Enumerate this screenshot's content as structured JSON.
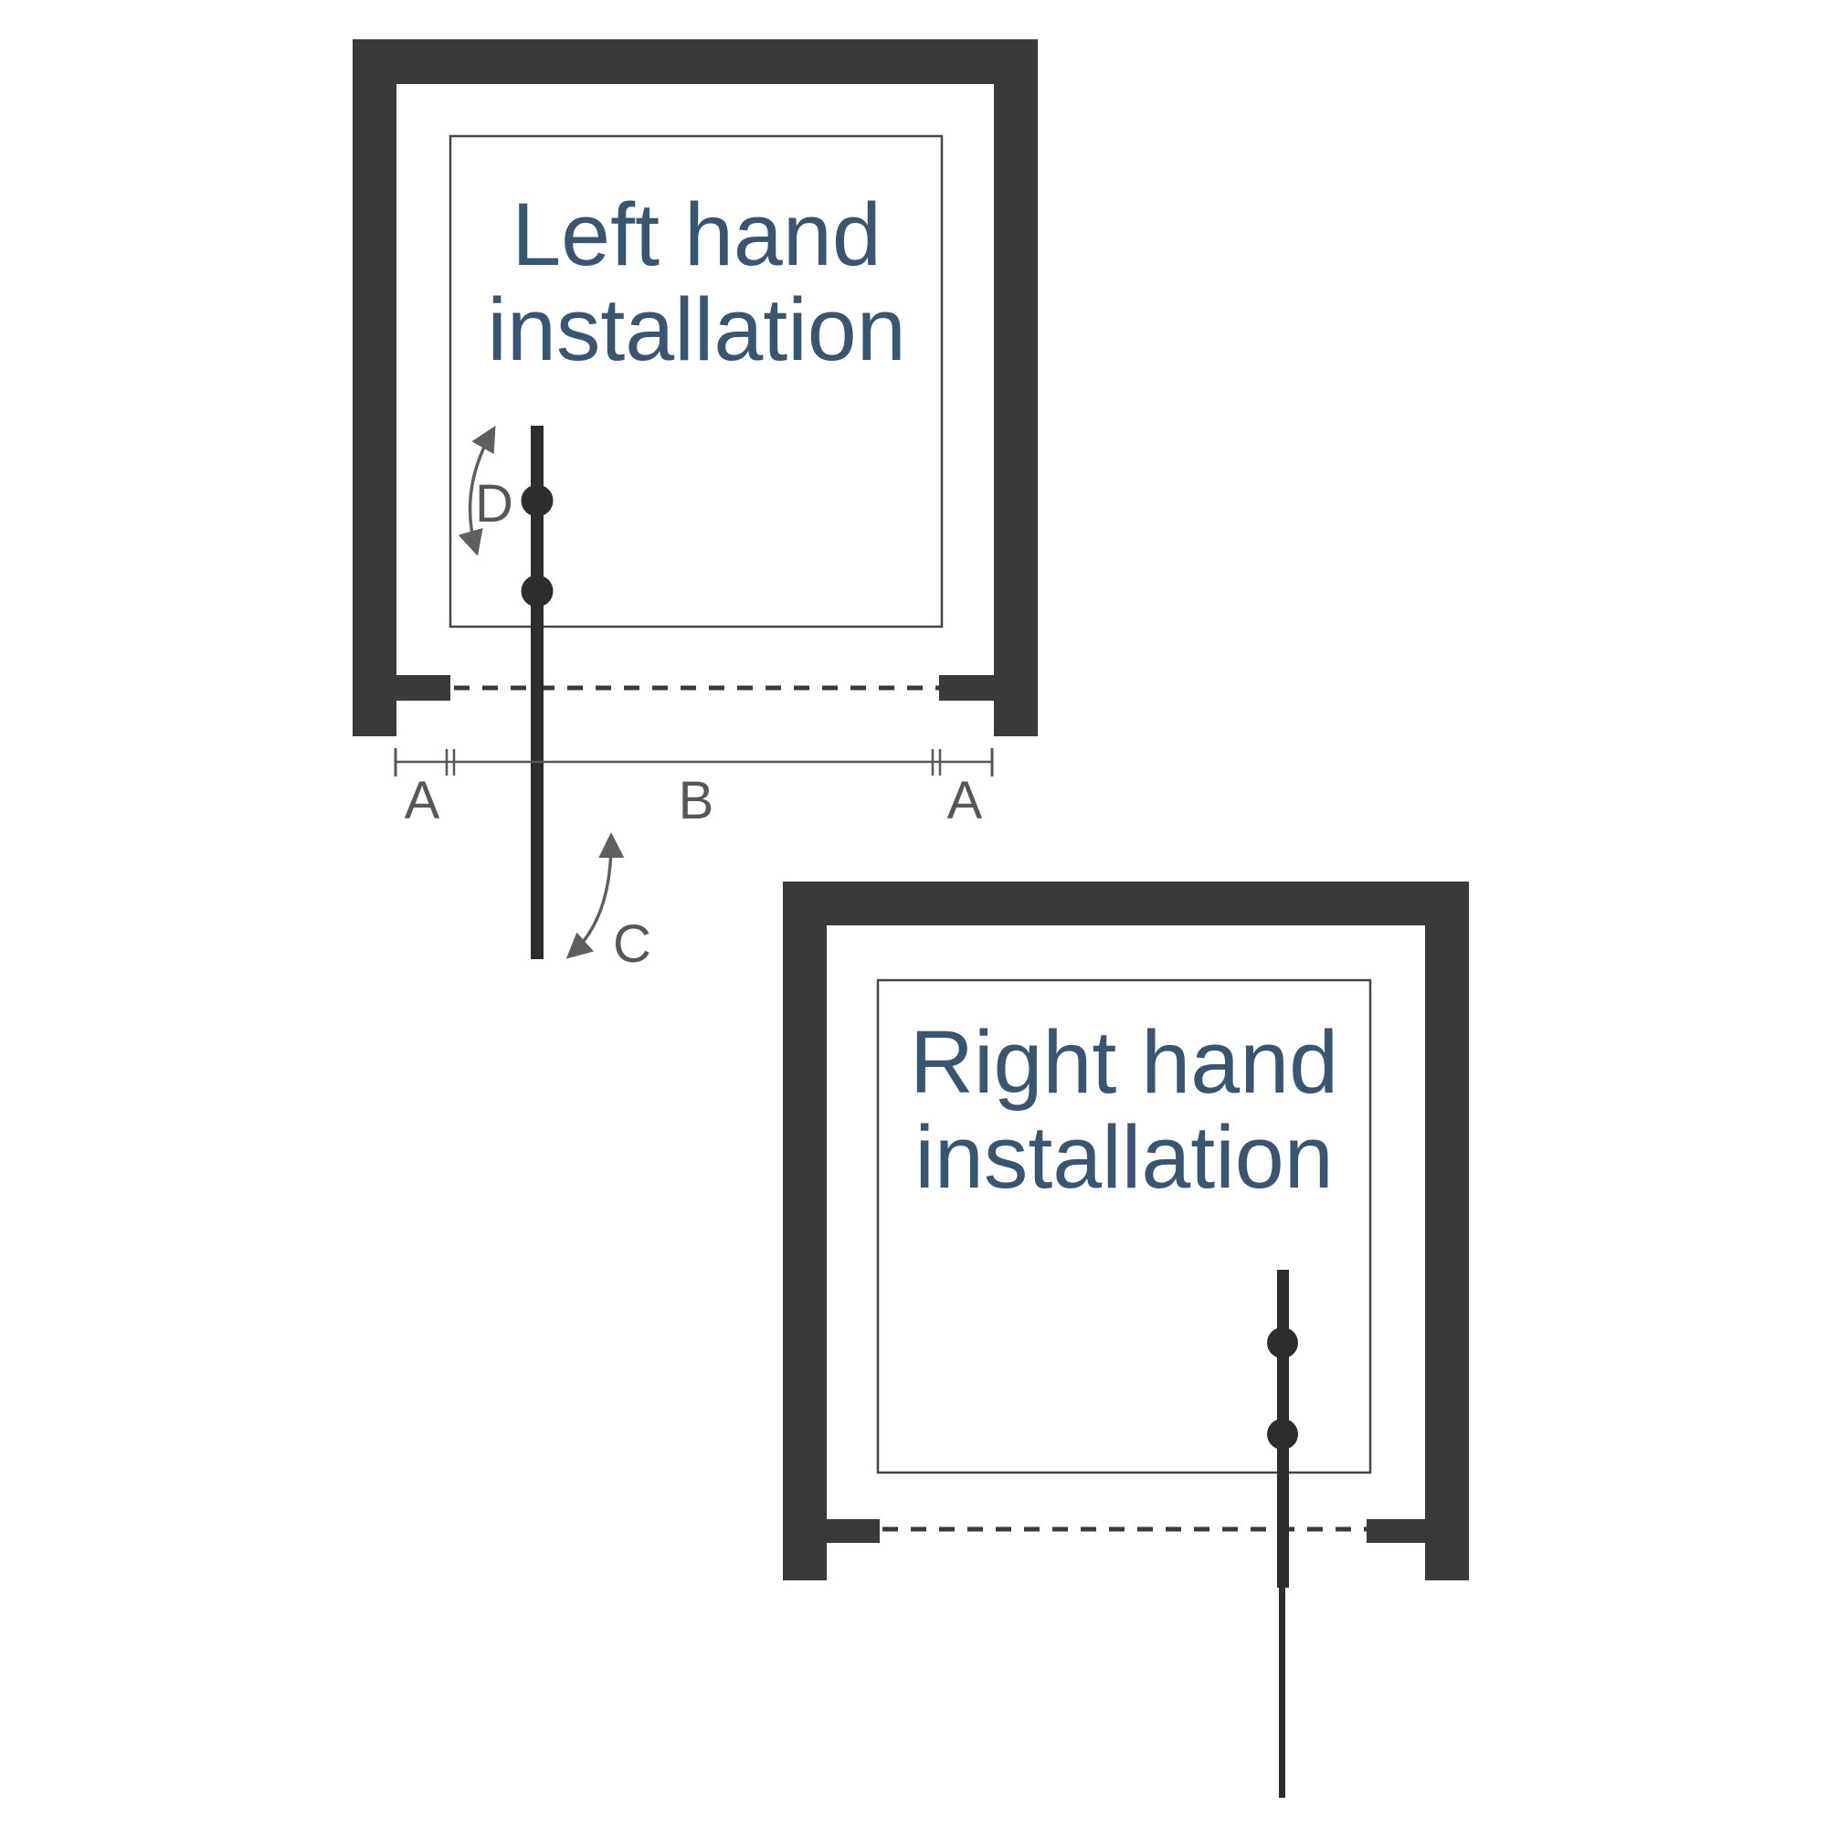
{
  "left_diagram": {
    "title_line1": "Left hand",
    "title_line2": "installation",
    "dimension_labels": {
      "a_left": "A",
      "b": "B",
      "a_right": "A"
    },
    "swing_labels": {
      "c": "C",
      "d": "D"
    }
  },
  "right_diagram": {
    "title_line1": "Right hand",
    "title_line2": "installation"
  },
  "colors": {
    "background": "#ffffff",
    "wall": "#3a3a3c",
    "door": "#2d2d2f",
    "hinge_dot": "#2d2d2f",
    "inner_outline": "#454547",
    "dimension_line": "#57575a",
    "swing_arc": "#5f5f61",
    "title_text": "#3a5570",
    "label_text": "#57575a"
  }
}
